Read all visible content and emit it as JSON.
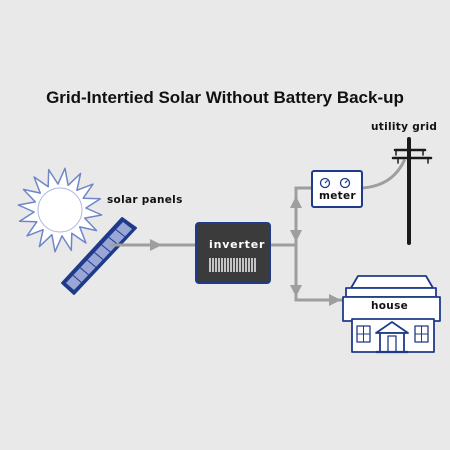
{
  "title": "Grid-Intertied Solar Without Battery Back-up",
  "labels": {
    "solar_panels": "solar panels",
    "inverter": "inverter",
    "meter": "meter",
    "utility_grid": "utility grid",
    "house": "house"
  },
  "colors": {
    "background": "#e9e9e9",
    "wire": "#9e9e9e",
    "component_blue": "#1f3a8a",
    "panel_fill": "#9aa7d6",
    "inverter_body": "#3b3b3b",
    "sun_fill": "#ffffff",
    "sun_outline": "#6f86c8"
  }
}
